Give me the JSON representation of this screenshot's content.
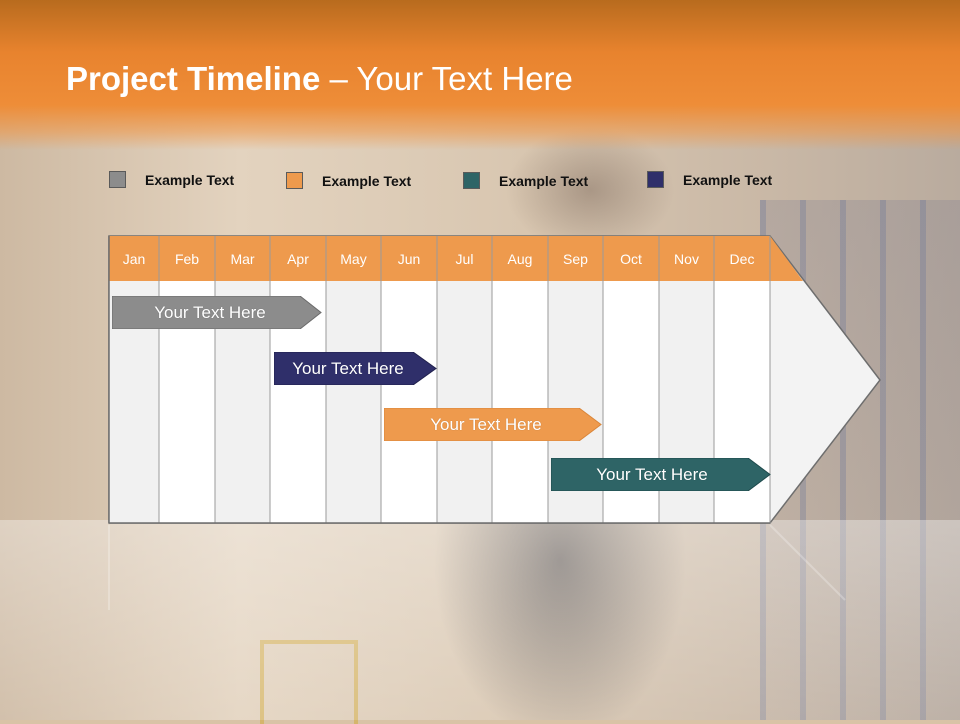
{
  "title": {
    "bold": "Project Timeline",
    "rest": " – Your Text Here"
  },
  "legend": [
    {
      "label": "Example Text",
      "color": "#8c8c8c"
    },
    {
      "label": "Example Text",
      "color": "#ee9a4d"
    },
    {
      "label": "Example Text",
      "color": "#2e6466"
    },
    {
      "label": "Example Text",
      "color": "#2f2f6a"
    }
  ],
  "months": [
    "Jan",
    "Feb",
    "Mar",
    "Apr",
    "May",
    "Jun",
    "Jul",
    "Aug",
    "Sep",
    "Oct",
    "Nov",
    "Dec"
  ],
  "tasks": [
    {
      "label": "Your  Text Here",
      "color": "#8c8c8c"
    },
    {
      "label": "Your  Text Here",
      "color": "#2f2f6a"
    },
    {
      "label": "Your  Text Here",
      "color": "#ee9a4d"
    },
    {
      "label": "Your  Text Here",
      "color": "#2e6466"
    }
  ],
  "colors": {
    "header": "#e8832e",
    "month_bar": "#ee9a4d"
  }
}
